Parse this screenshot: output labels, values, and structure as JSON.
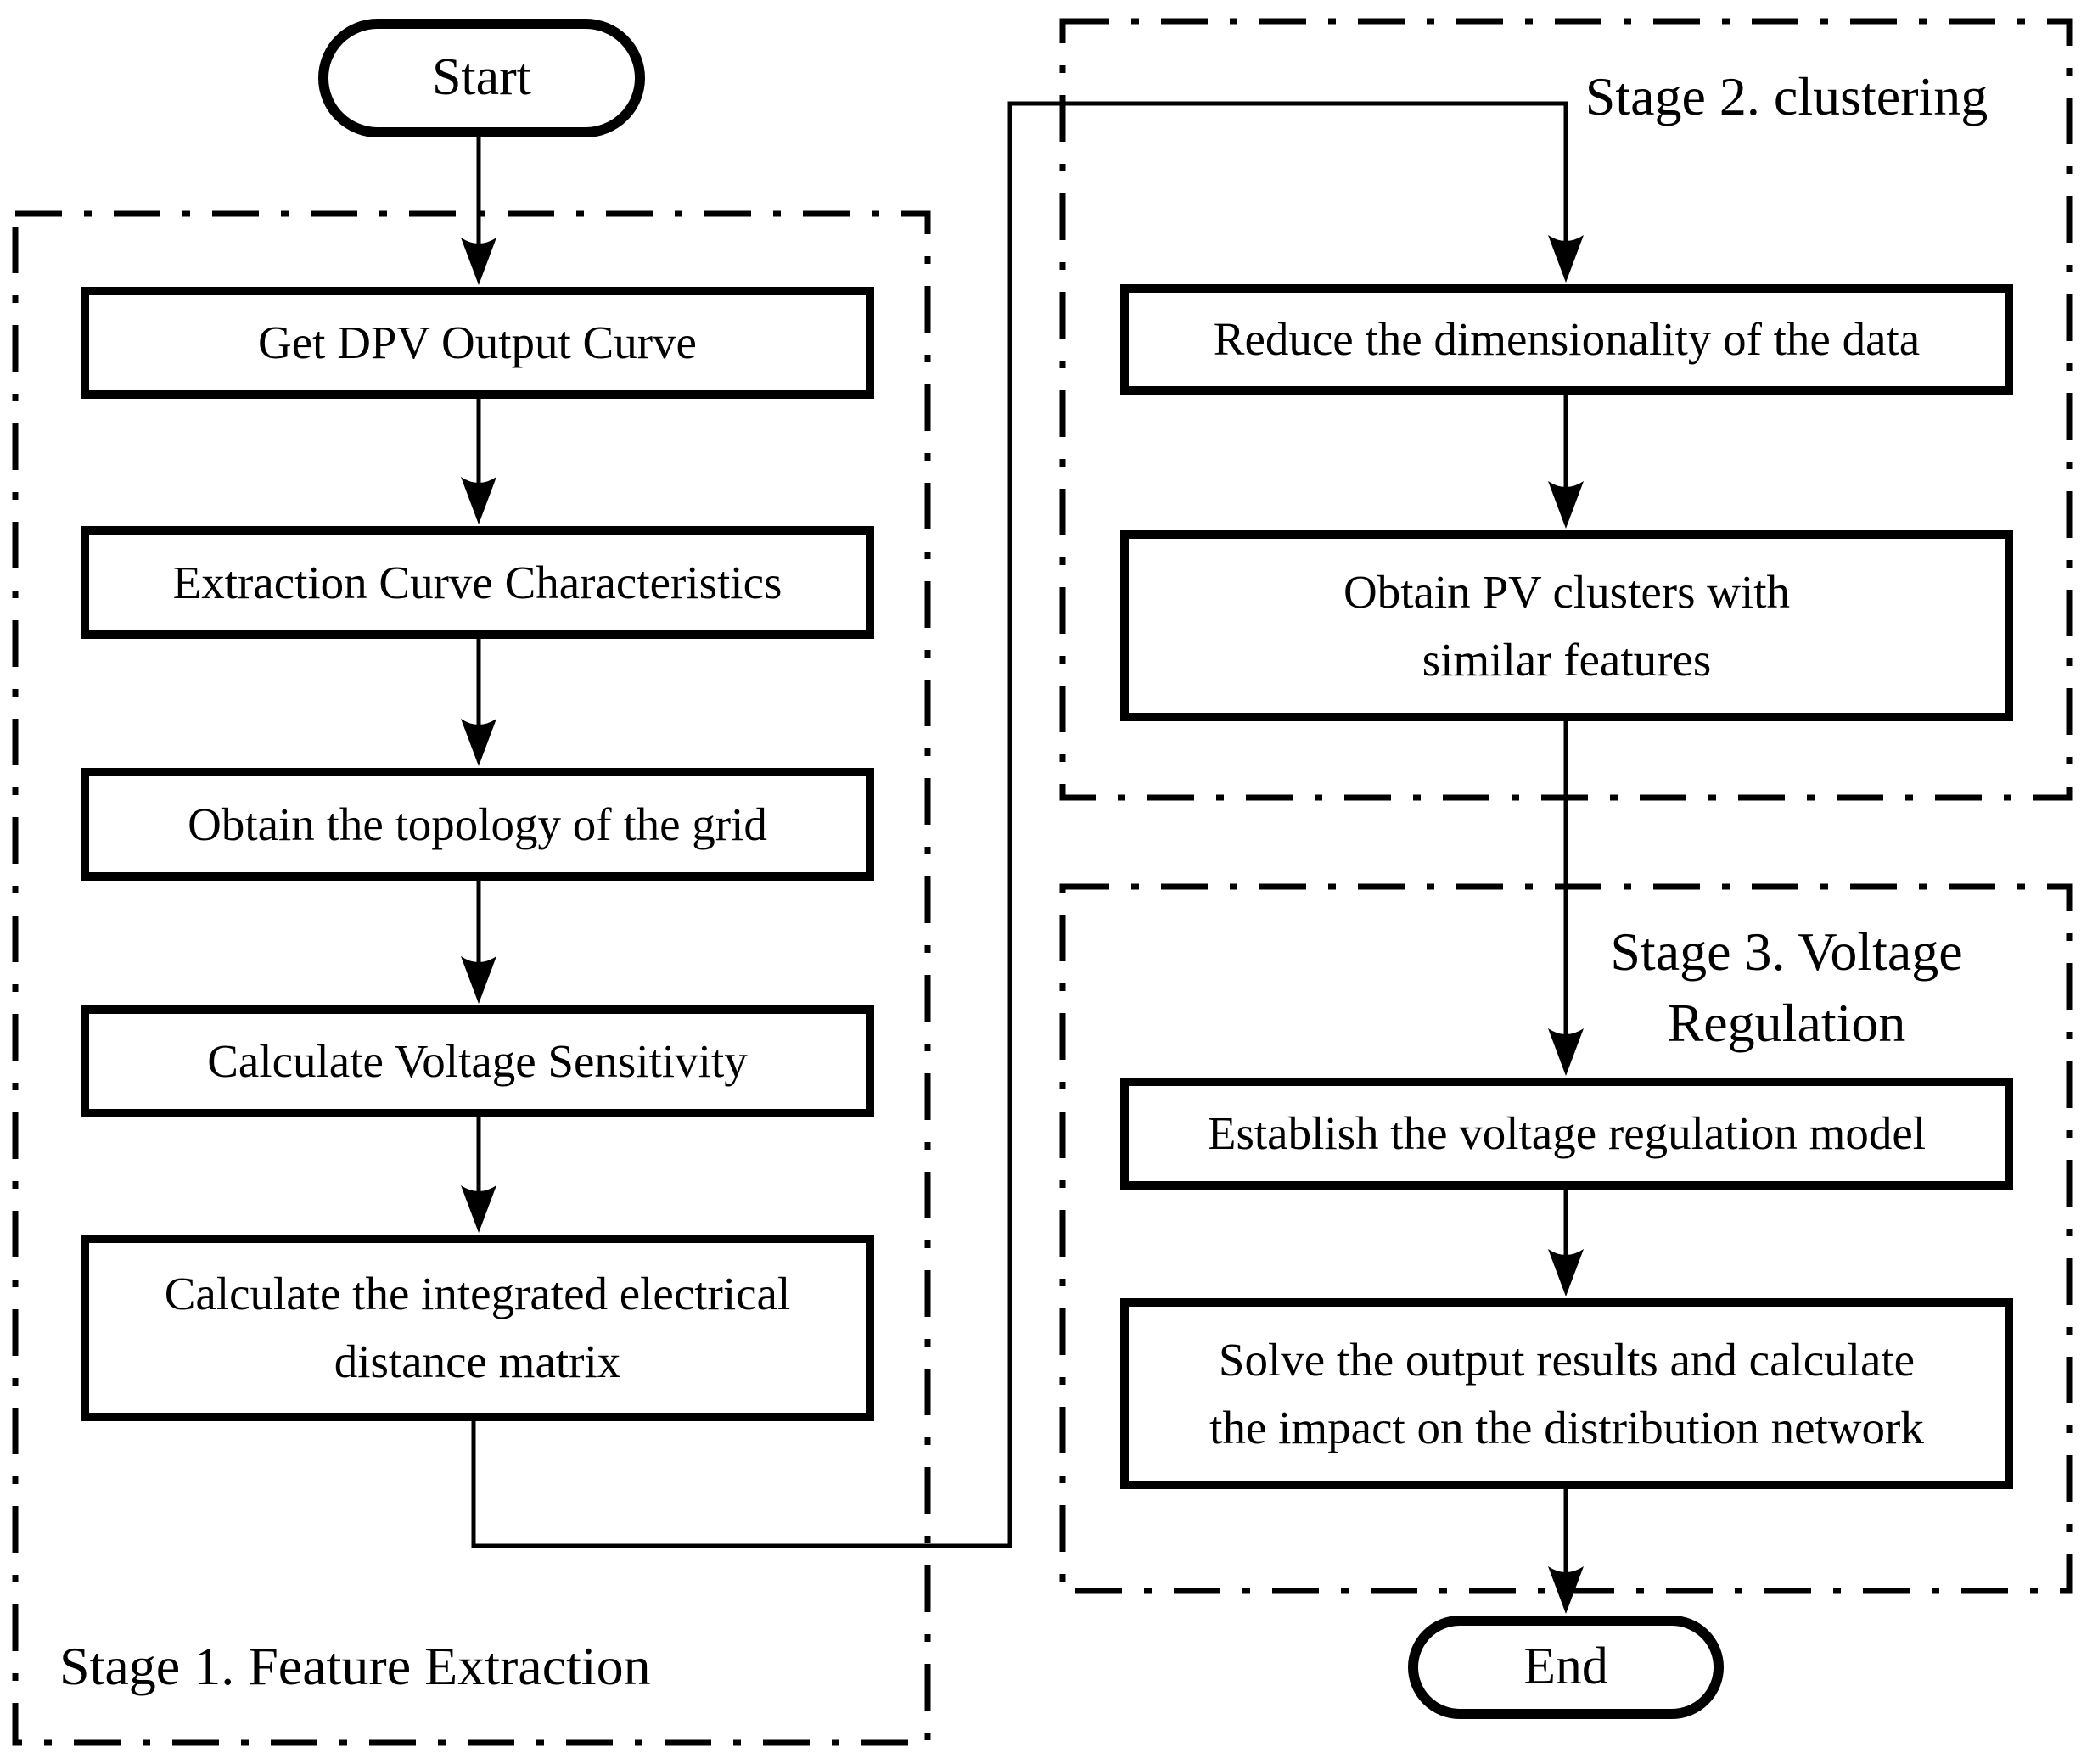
{
  "flowchart": {
    "start": {
      "label": "Start"
    },
    "end": {
      "label": "End"
    },
    "stage1": {
      "label": "Stage 1. Feature Extraction",
      "steps": [
        {
          "label": "Get DPV Output Curve"
        },
        {
          "label": "Extraction Curve Characteristics"
        },
        {
          "label": "Obtain the topology of the grid"
        },
        {
          "label": "Calculate Voltage Sensitivity"
        },
        {
          "label": "Calculate the integrated electrical\ndistance matrix"
        }
      ]
    },
    "stage2": {
      "label": "Stage 2. clustering",
      "steps": [
        {
          "label": "Reduce the dimensionality of the data"
        },
        {
          "label": "Obtain PV clusters with\nsimilar features"
        }
      ]
    },
    "stage3": {
      "label": "Stage 3. Voltage\nRegulation",
      "steps": [
        {
          "label": "Establish the voltage regulation model"
        },
        {
          "label": "Solve the output results and calculate\nthe impact on the distribution network"
        }
      ]
    },
    "colors": {
      "stroke": "#000000",
      "fill": "#ffffff"
    }
  }
}
